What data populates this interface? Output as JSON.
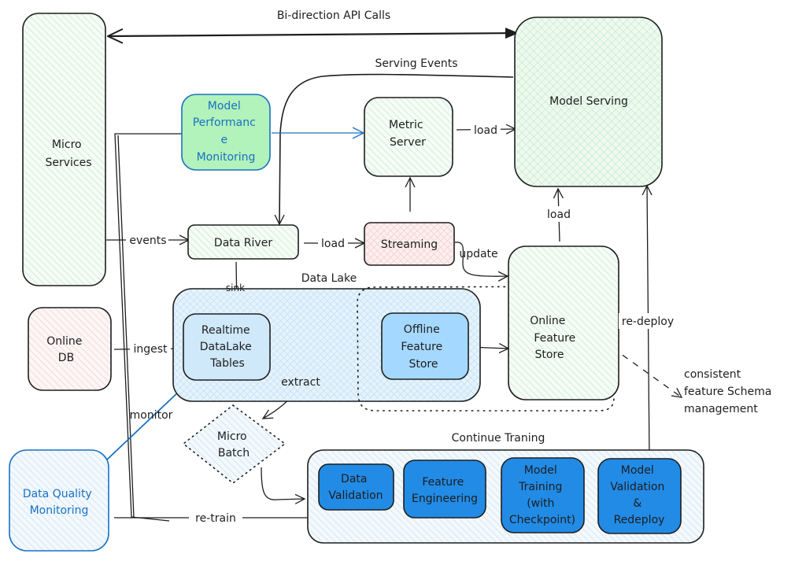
{
  "colors": {
    "stroke": "#1e1e1e",
    "blue_stroke": "#1971c2",
    "green_fill": "#b2f2bb",
    "green_hatch": "#cdeed3",
    "red_hatch": "#f4c7c7",
    "blue_hatch": "#bfe0f7",
    "light_blue_fill": "#a5d8ff",
    "solid_blue_fill": "#228be6",
    "mint_fill": "#b2f2bb"
  },
  "nodes": {
    "micro_services": [
      "Micro",
      "Services"
    ],
    "model_perf_monitoring": [
      "Model",
      "Performanc",
      "e",
      "Monitoring"
    ],
    "metric_server": [
      "Metric",
      "Server"
    ],
    "model_serving": [
      "Model Serving"
    ],
    "data_river": [
      "Data River"
    ],
    "streaming": [
      "Streaming"
    ],
    "online_db": [
      "Online",
      "DB"
    ],
    "data_lake_title": "Data Lake",
    "realtime_tables": [
      "Realtime",
      "DataLake",
      "Tables"
    ],
    "offline_feature_store": [
      "Offline",
      "Feature",
      "Store"
    ],
    "online_feature_store": [
      "Online",
      "Feature",
      "Store"
    ],
    "micro_batch": [
      "Micro",
      "Batch"
    ],
    "data_quality_monitoring": [
      "Data Quality",
      "Monitoring"
    ],
    "continue_training_title": "Continue Traning",
    "data_validation": [
      "Data",
      "Validation"
    ],
    "feature_engineering": [
      "Feature",
      "Engineering"
    ],
    "model_training": [
      "Model",
      "Training",
      "(with",
      "Checkpoint)"
    ],
    "model_validation": [
      "Model",
      "Validation",
      "&",
      "Redeploy"
    ]
  },
  "edges": {
    "api_calls": "Bi-direction API Calls",
    "serving_events": "Serving Events",
    "load_metric": "load",
    "load_river": "load",
    "load_feature": "load",
    "events": "events",
    "update": "update",
    "sink": "sink",
    "ingest": "ingest",
    "extract": "extract",
    "monitor": "monitor",
    "re_train": "re-train",
    "re_deploy": "re-deploy"
  },
  "annotations": {
    "schema_note": [
      "consistent",
      "feature Schema",
      "management"
    ]
  }
}
